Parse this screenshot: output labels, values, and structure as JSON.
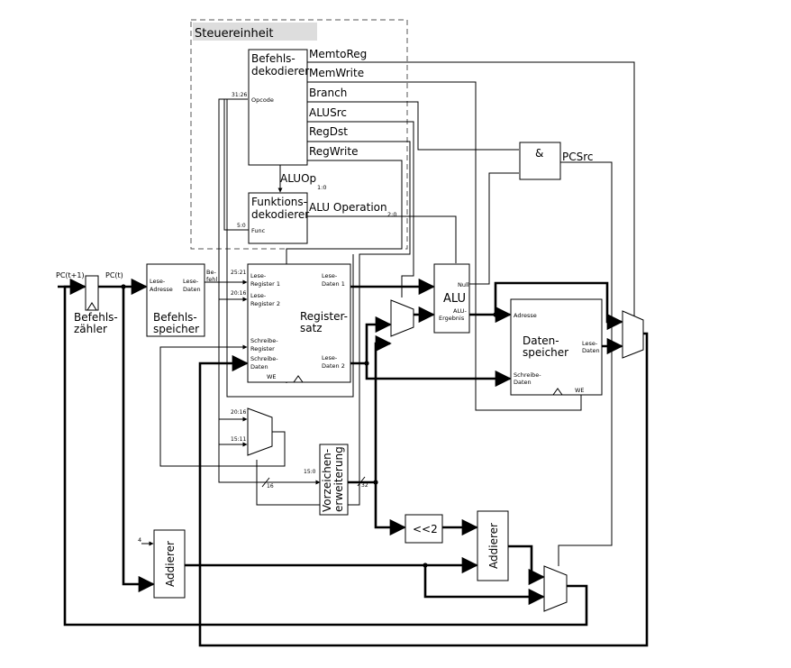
{
  "control_unit": {
    "title": "Steuereinheit",
    "main_decoder_line1": "Befehls-",
    "main_decoder_line2": "dekodierer",
    "opcode_label": "Opcode",
    "opcode_bits": "31:26",
    "signals": [
      "MemtoReg",
      "MemWrite",
      "Branch",
      "ALUSrc",
      "RegDst",
      "RegWrite"
    ],
    "aluop": "ALUOp",
    "aluop_bits": "1:0",
    "func_decoder_line1": "Funktions-",
    "func_decoder_line2": "dekodierer",
    "func_label": "Func",
    "func_bits": "5:0",
    "alu_operation": "ALU Operation",
    "alu_operation_bits": "2:0"
  },
  "and_gate": {
    "symbol": "&",
    "output": "PCSrc"
  },
  "pc": {
    "in_label": "PC(t+1)",
    "out_label": "PC(t)",
    "name_line1": "Befehls-",
    "name_line2": "zähler"
  },
  "instr_mem": {
    "port_in_1": "Lese-",
    "port_in_2": "Adresse",
    "port_out_1": "Lese-",
    "port_out_2": "Daten",
    "name_line1": "Befehls-",
    "name_line2": "speicher",
    "bus_1": "Be-",
    "bus_2": "fehl"
  },
  "regfile": {
    "r1_bits": "25:21",
    "r1_1": "Lese-",
    "r1_2": "Register 1",
    "r2_bits": "20:16",
    "r2_1": "Lese-",
    "r2_2": "Register 2",
    "wr_1": "Schreibe-",
    "wr_2": "Register",
    "wd_1": "Schreibe-",
    "wd_2": "Daten",
    "we": "WE",
    "rd1_1": "Lese-",
    "rd1_2": "Daten 1",
    "rd2_1": "Lese-",
    "rd2_2": "Daten 2",
    "name_line1": "Register-",
    "name_line2": "satz"
  },
  "alu": {
    "name": "ALU",
    "zero": "Null",
    "result_1": "ALU-",
    "result_2": "Ergebnis"
  },
  "data_mem": {
    "addr": "Adresse",
    "rd_1": "Lese-",
    "rd_2": "Daten",
    "wd_1": "Schreibe-",
    "wd_2": "Daten",
    "we": "WE",
    "name_line1": "Daten-",
    "name_line2": "speicher"
  },
  "regdst_mux": {
    "in0": "20:16",
    "in1": "15:11"
  },
  "sign_ext": {
    "in_bits": "15:0",
    "name_line1": "Vorzeichen-",
    "name_line2": "erweiterung",
    "width_in": "16",
    "width_out": "32"
  },
  "shift": {
    "label": "<<2"
  },
  "pc_adder": {
    "const": "4",
    "name": "Addierer"
  },
  "branch_adder": {
    "name": "Addierer"
  }
}
